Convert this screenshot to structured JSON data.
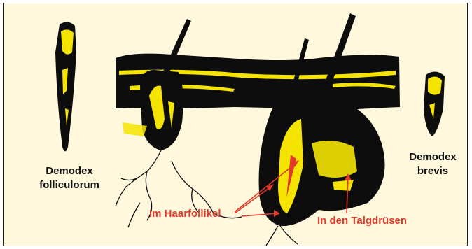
{
  "labels": {
    "folliculorum_line1": "Demodex",
    "folliculorum_line2": "folliculorum",
    "brevis_line1": "Demodex",
    "brevis_line2": "brevis",
    "haarfollikel": "Im Haarfollikel",
    "talgdruesen": "In den Talgdrüsen"
  },
  "colors": {
    "background": "#fff8dc",
    "skin": "#0d0d0d",
    "highlight": "#f4e400",
    "annotation": "#e23a2a"
  }
}
